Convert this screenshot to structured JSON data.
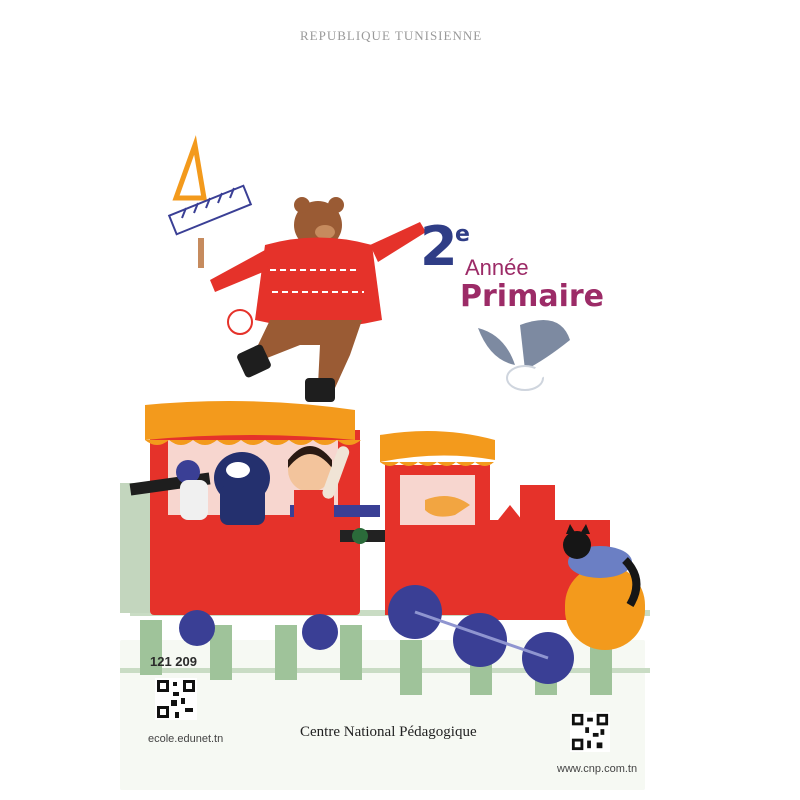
{
  "header": {
    "country_text": "REPUBLIQUE TUNISIENNE"
  },
  "title": {
    "grade_number": "2",
    "grade_suffix": "e",
    "year_label": "Année",
    "level_label": "Primaire"
  },
  "footer": {
    "code": "121 209",
    "left_website": "ecole.edunet.tn",
    "publisher": "Centre National Pédagogique",
    "right_website": "www.cnp.com.tn"
  },
  "colors": {
    "train_red": "#e5322a",
    "canopy_orange": "#f39a1c",
    "wheel_blue": "#3a3f95",
    "title_navy": "#2f3d86",
    "title_purple": "#9c2b67",
    "rail_green": "#a7c79f"
  }
}
